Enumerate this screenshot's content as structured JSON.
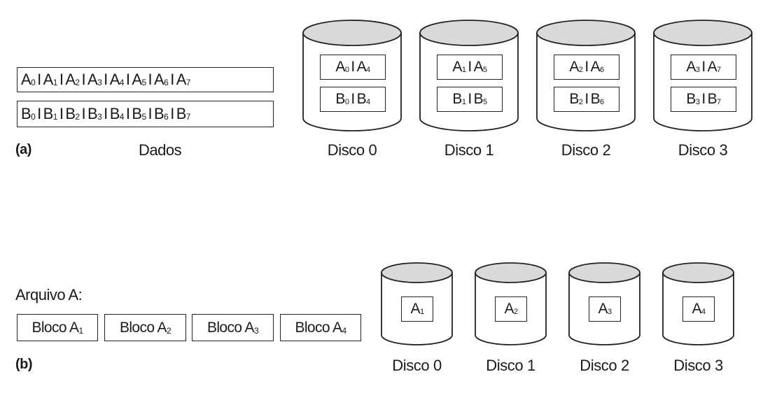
{
  "part_a": {
    "tag": "(a)",
    "data_label": "Dados",
    "rows": [
      {
        "letter": "A",
        "indices": [
          "0",
          "1",
          "2",
          "3",
          "4",
          "5",
          "6",
          "7"
        ]
      },
      {
        "letter": "B",
        "indices": [
          "0",
          "1",
          "2",
          "3",
          "4",
          "5",
          "6",
          "7"
        ]
      }
    ],
    "disks": [
      {
        "label": "Disco 0",
        "cells": [
          {
            "l": "A",
            "a": "0",
            "b": "4"
          },
          {
            "l": "B",
            "a": "0",
            "b": "4"
          }
        ]
      },
      {
        "label": "Disco 1",
        "cells": [
          {
            "l": "A",
            "a": "1",
            "b": "5"
          },
          {
            "l": "B",
            "a": "1",
            "b": "5"
          }
        ]
      },
      {
        "label": "Disco 2",
        "cells": [
          {
            "l": "A",
            "a": "2",
            "b": "6"
          },
          {
            "l": "B",
            "a": "2",
            "b": "6"
          }
        ]
      },
      {
        "label": "Disco 3",
        "cells": [
          {
            "l": "A",
            "a": "3",
            "b": "7"
          },
          {
            "l": "B",
            "a": "3",
            "b": "7"
          }
        ]
      }
    ]
  },
  "part_b": {
    "tag": "(b)",
    "file_label": "Arquivo A:",
    "blocks": [
      {
        "text": "Bloco A",
        "sub": "1"
      },
      {
        "text": "Bloco A",
        "sub": "2"
      },
      {
        "text": "Bloco A",
        "sub": "3"
      },
      {
        "text": "Bloco A",
        "sub": "4"
      }
    ],
    "disks": [
      {
        "label": "Disco 0",
        "letter": "A",
        "sub": "1"
      },
      {
        "label": "Disco 1",
        "letter": "A",
        "sub": "2"
      },
      {
        "label": "Disco 2",
        "letter": "A",
        "sub": "3"
      },
      {
        "label": "Disco 3",
        "letter": "A",
        "sub": "4"
      }
    ]
  },
  "colors": {
    "stroke": "#222222",
    "disk_top": "#d9d9d9",
    "disk_body": "#ffffff"
  }
}
